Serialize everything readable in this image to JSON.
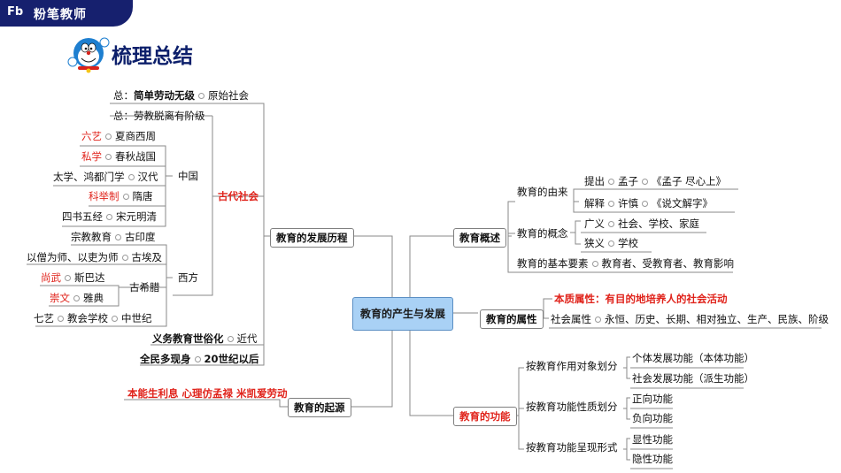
{
  "brand": {
    "logo": "Fb",
    "name": "粉笔教师"
  },
  "page_title": "梳理总结",
  "center": "教育的产生与发展",
  "left": {
    "history": {
      "label": "教育的发展历程",
      "primitive": {
        "prefix": "总：",
        "main": "简单劳动无级",
        "stage": "原始社会"
      },
      "class_divided": "总：劳教脱离有阶级",
      "ancient": {
        "label": "古代社会",
        "china": {
          "label": "中国",
          "items": [
            {
              "name": "六艺",
              "period": "夏商西周"
            },
            {
              "name": "私学",
              "period": "春秋战国"
            },
            {
              "name": "太学、鸿都门学",
              "period": "汉代"
            },
            {
              "name": "科举制",
              "period": "隋唐"
            },
            {
              "name": "四书五经",
              "period": "宋元明清"
            }
          ]
        },
        "west": {
          "label": "西方",
          "india": {
            "name": "宗教教育",
            "place": "古印度"
          },
          "egypt": {
            "name": "以僧为师、以吏为师",
            "place": "古埃及"
          },
          "greece": {
            "label": "古希腊",
            "items": [
              {
                "name": "尚武",
                "place": "斯巴达"
              },
              {
                "name": "崇文",
                "place": "雅典"
              }
            ]
          },
          "medieval": {
            "name1": "七艺",
            "name2": "教会学校",
            "period": "中世纪"
          }
        }
      },
      "modern": {
        "name": "义务教育世俗化",
        "stage": "近代"
      },
      "c20": {
        "name": "全民多现身",
        "stage": "20世纪以后"
      }
    },
    "origin": {
      "label": "教育的起源",
      "theories": "本能生利息 心理仿孟禄 米凯爱劳动"
    }
  },
  "right": {
    "overview": {
      "label": "教育概述",
      "source": {
        "label": "教育的由来",
        "proposed": {
          "label": "提出",
          "person": "孟子",
          "book": "《孟子 尽心上》"
        },
        "explain": {
          "label": "解释",
          "person": "许慎",
          "book": "《说文解字》"
        }
      },
      "concept": {
        "label": "教育的概念",
        "broad": {
          "label": "广义",
          "value": "社会、学校、家庭"
        },
        "narrow": {
          "label": "狭义",
          "value": "学校"
        }
      },
      "elements": {
        "label": "教育的基本要素",
        "value": "教育者、受教育者、教育影响"
      }
    },
    "attributes": {
      "label": "教育的属性",
      "essence": "本质属性：有目的地培养人的社会活动",
      "social": {
        "label": "社会属性",
        "value": "永恒、历史、长期、相对独立、生产、民族、阶级"
      }
    },
    "functions": {
      "label": "教育的功能",
      "by_object": {
        "label": "按教育作用对象划分",
        "items": [
          "个体发展功能（本体功能）",
          "社会发展功能（派生功能）"
        ]
      },
      "by_nature": {
        "label": "按教育功能性质划分",
        "items": [
          "正向功能",
          "负向功能"
        ]
      },
      "by_form": {
        "label": "按教育功能呈现形式",
        "items": [
          "显性功能",
          "隐性功能"
        ]
      }
    }
  },
  "colors": {
    "brand": "#16206e",
    "title": "#0c1f6b",
    "center_fill": "#a9d1f5",
    "highlight": "#e0231b",
    "line": "#7f7f7f"
  }
}
